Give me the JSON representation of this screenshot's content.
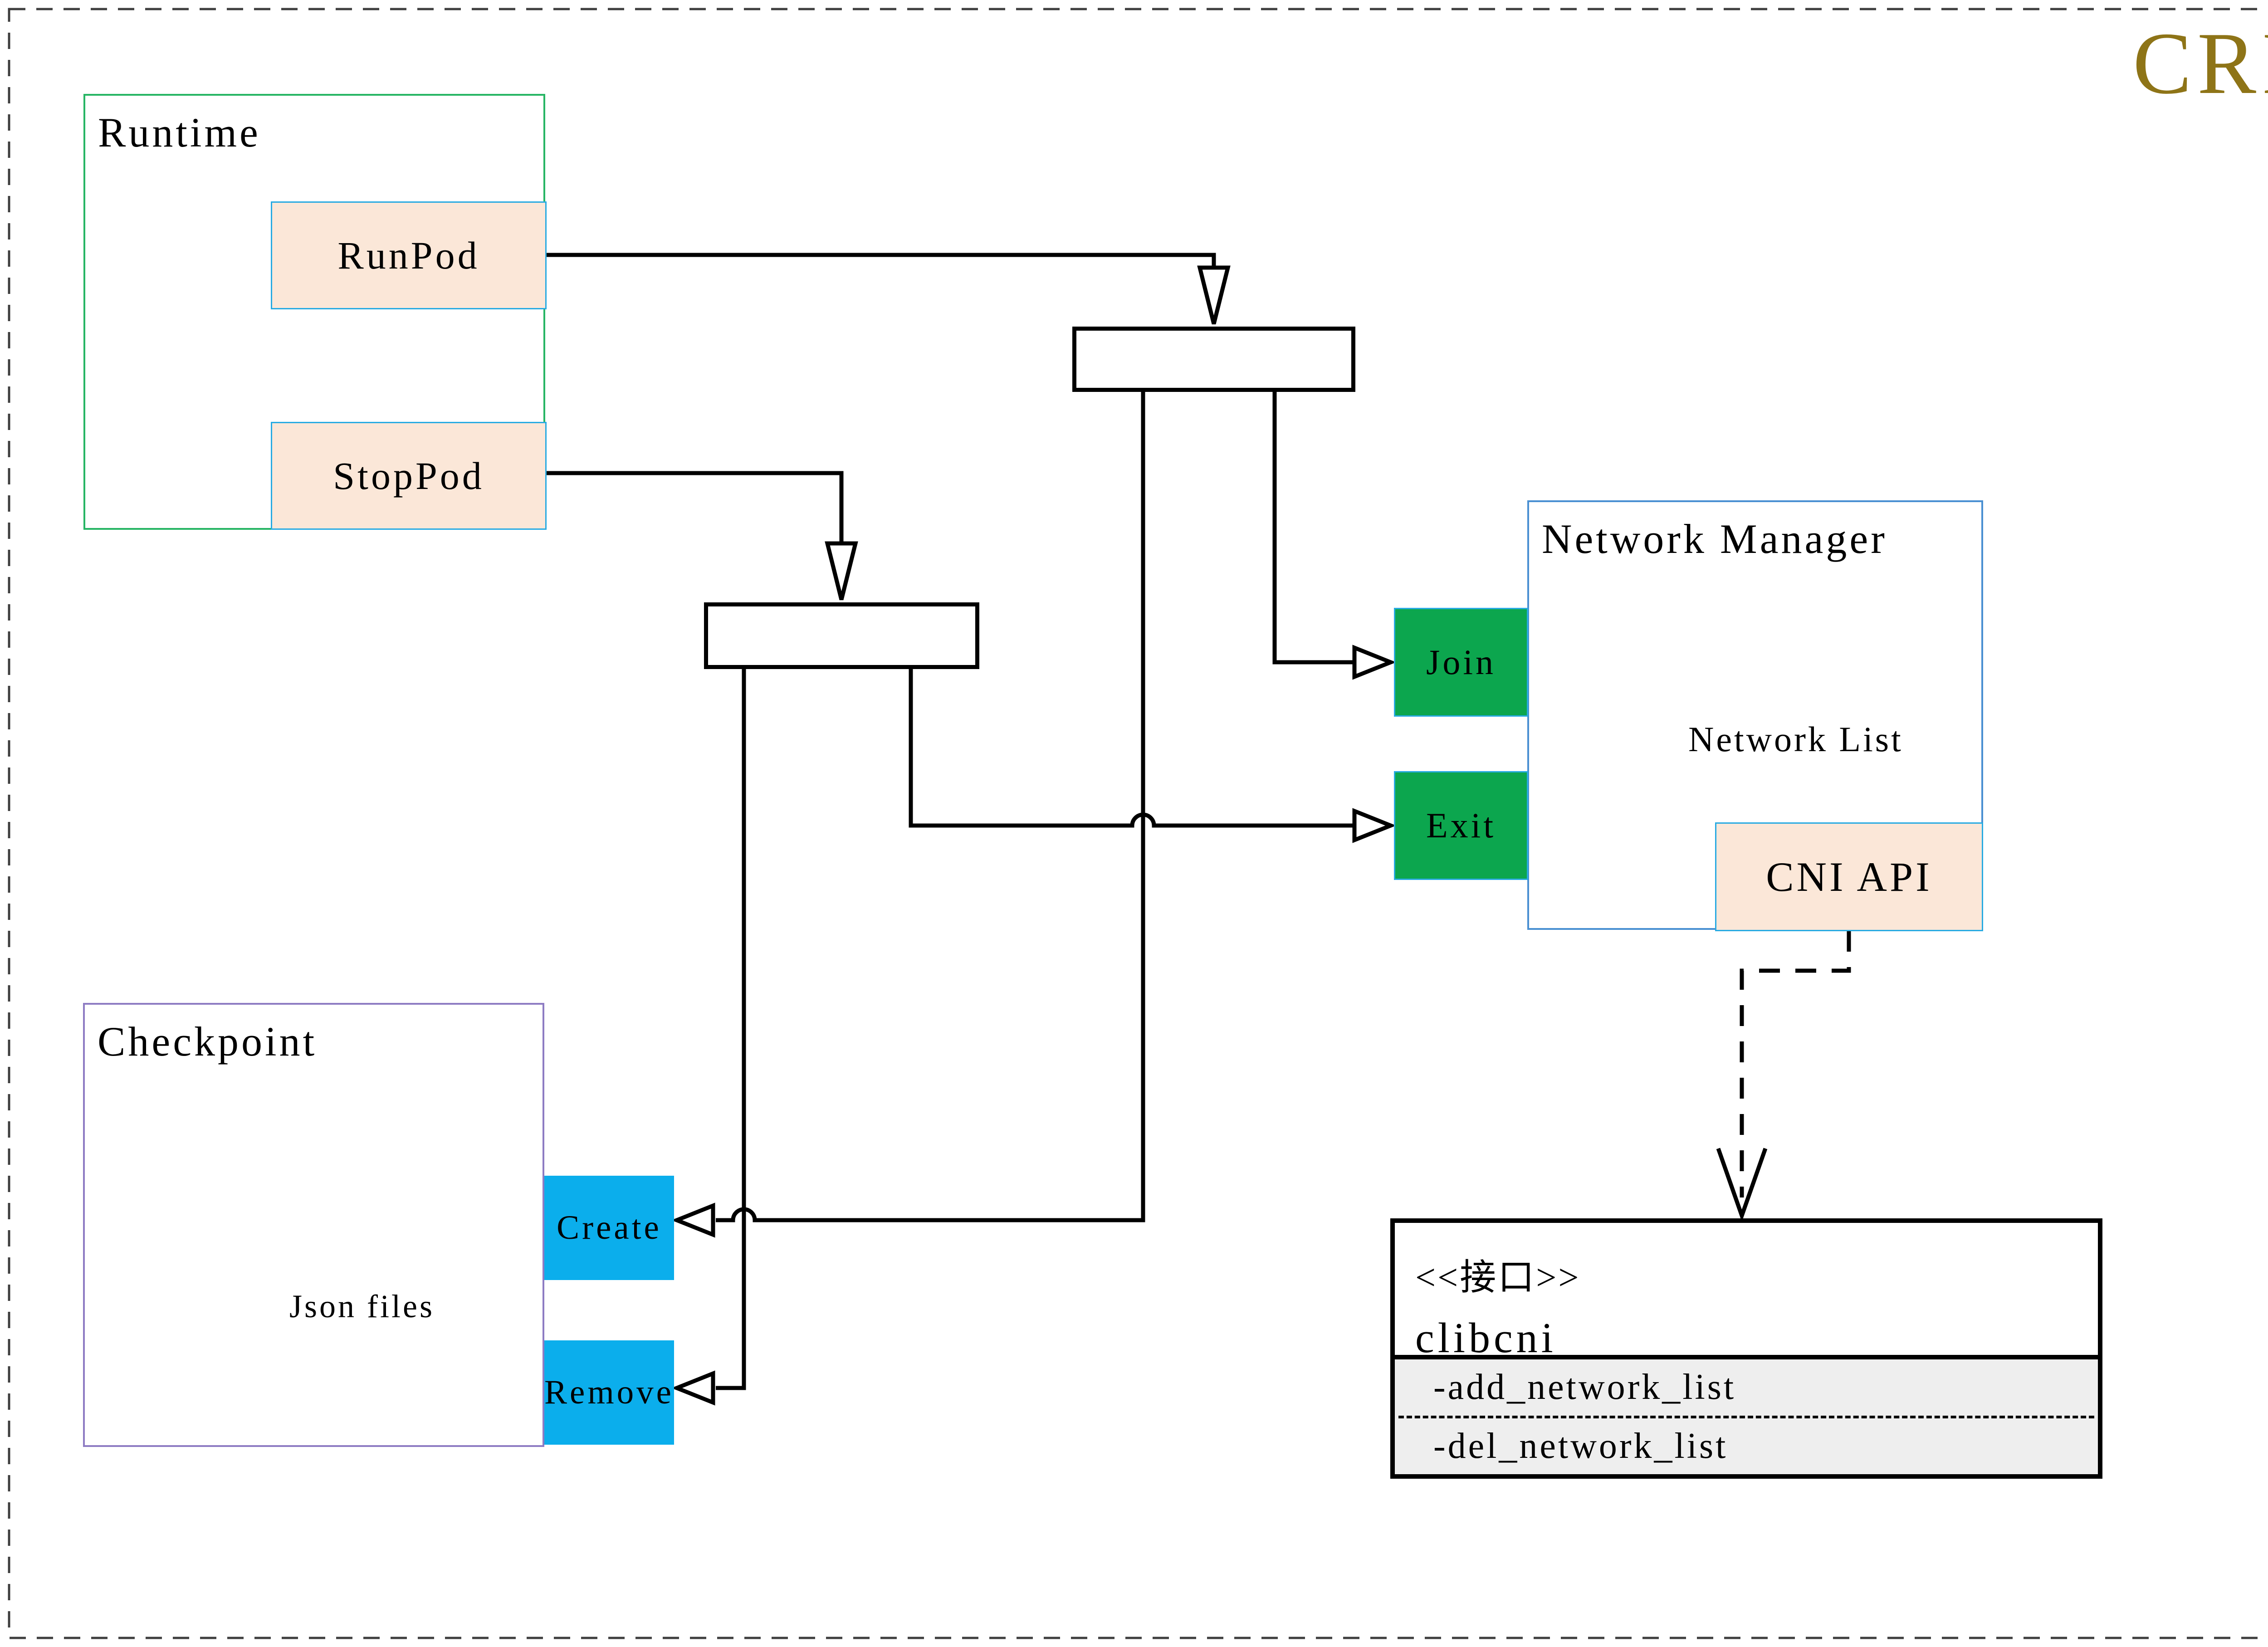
{
  "badge": {
    "label": "CRI",
    "color": "#8E7417"
  },
  "runtime": {
    "title": "Runtime",
    "run_pod": "RunPod",
    "stop_pod": "StopPod"
  },
  "network_manager": {
    "title": "Network Manager",
    "network_list": "Network List",
    "join": "Join",
    "exit": "Exit",
    "cni_api": "CNI API"
  },
  "checkpoint": {
    "title": "Checkpoint",
    "json_files": "Json files",
    "create": "Create",
    "remove": "Remove"
  },
  "clibcni": {
    "stereotype": "<<接口>>",
    "name": "clibcni",
    "method_add": "-add_network_list",
    "method_del": "-del_network_list"
  },
  "icons": {
    "network_list_database": "database-cylinder",
    "json_files_database": "database-cylinder"
  },
  "colors": {
    "badge_gold": "#8E7417",
    "runtime_border_green": "#27B564",
    "checkpoint_border_purple": "#8E7CC3",
    "network_manager_border_blue": "#4A90D2",
    "chip_border_cyan": "#29ABE2",
    "peach_fill": "#FBE7D8",
    "green_fill": "#0CA64E",
    "blue_fill": "#0BAEEC",
    "method_section_gray": "#EEEEEE",
    "line_black": "#000000",
    "cylinder_gray": "#666666"
  }
}
